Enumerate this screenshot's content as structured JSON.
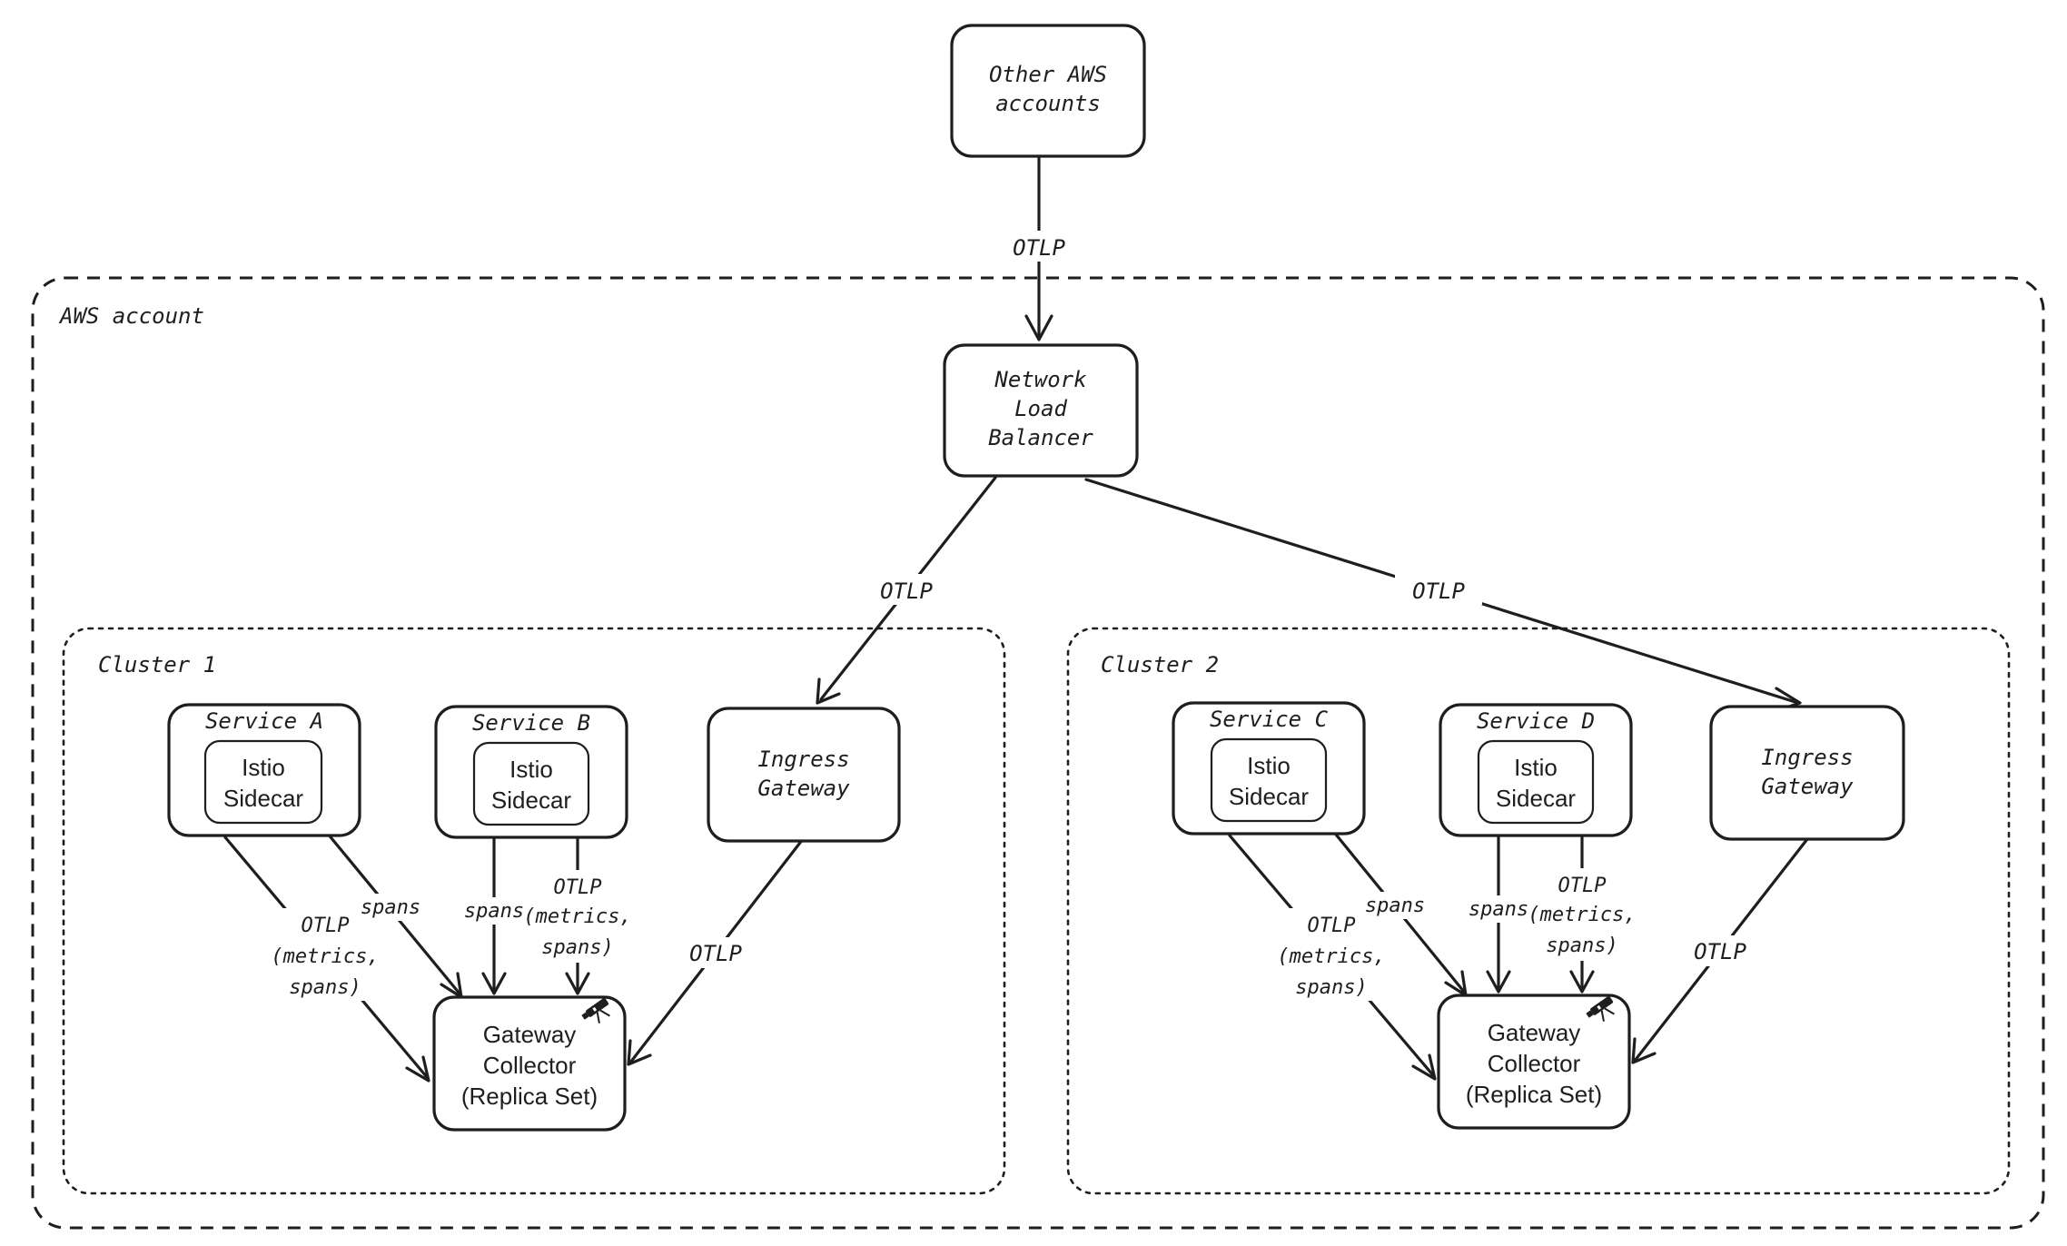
{
  "nodes": {
    "other_aws_accounts": [
      "Other AWS",
      "accounts"
    ],
    "nlb": [
      "Network",
      "Load",
      "Balancer"
    ],
    "cluster1": {
      "service_a": "Service A",
      "service_b": "Service B",
      "ingress": [
        "Ingress",
        "Gateway"
      ],
      "collector": [
        "Gateway",
        "Collector",
        "(Replica Set)"
      ]
    },
    "cluster2": {
      "service_c": "Service C",
      "service_d": "Service D",
      "ingress": [
        "Ingress",
        "Gateway"
      ],
      "collector": [
        "Gateway",
        "Collector",
        "(Replica Set)"
      ]
    },
    "sidecar": [
      "Istio",
      "Sidecar"
    ]
  },
  "regions": {
    "aws_account": "AWS account",
    "cluster1": "Cluster 1",
    "cluster2": "Cluster 2"
  },
  "edge_labels": {
    "otlp": "OTLP",
    "spans": "spans",
    "otlp_metrics_spans": [
      "OTLP",
      "(metrics,",
      "spans)"
    ]
  },
  "icons": {
    "collector": "telescope-icon"
  },
  "colors": {
    "stroke": "#1e1e1e",
    "background": "#ffffff"
  }
}
